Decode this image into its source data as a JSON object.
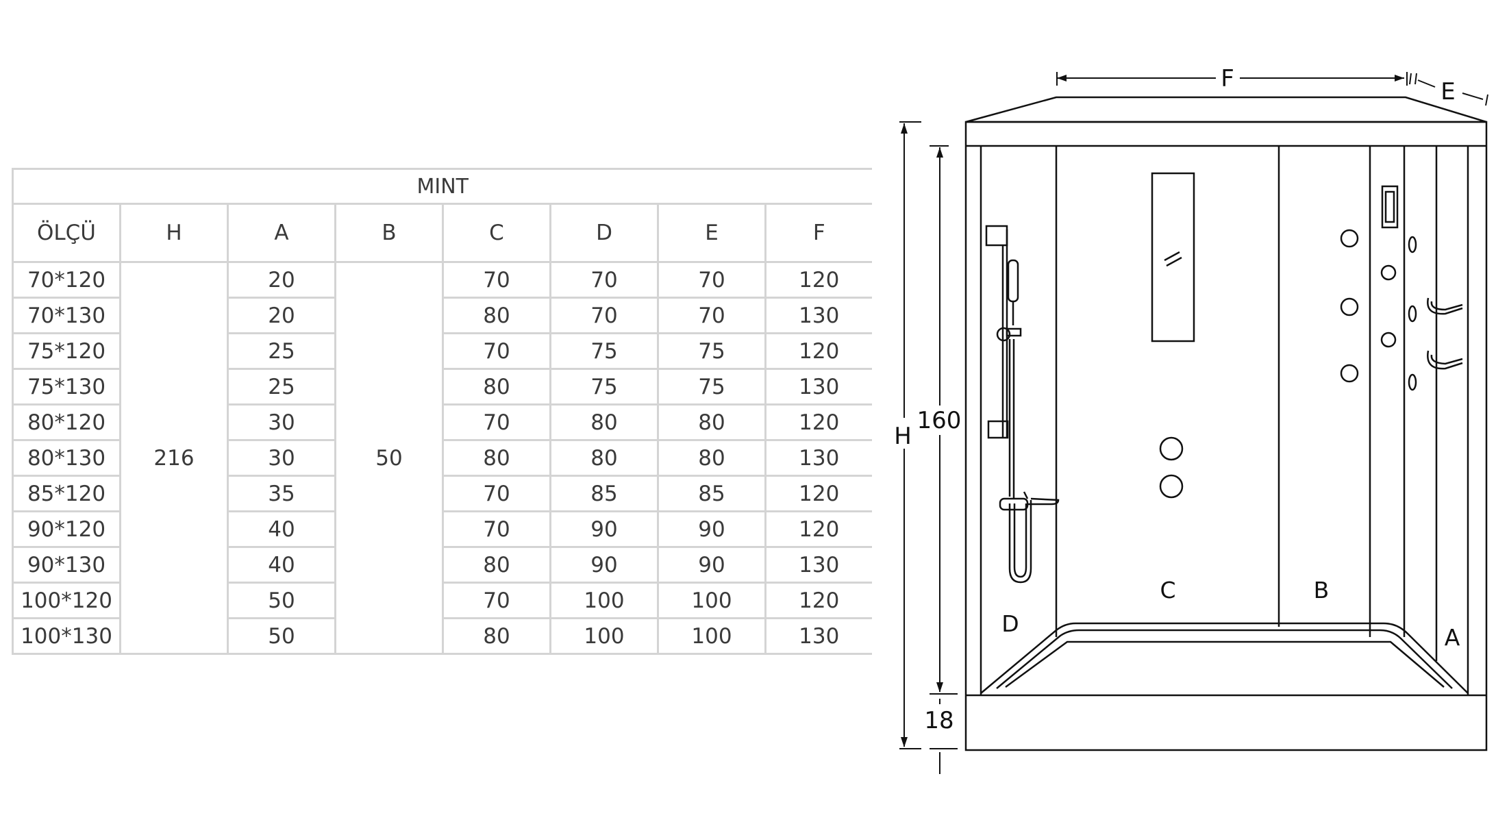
{
  "table": {
    "title": "MINT",
    "headers": [
      "ÖLÇÜ",
      "H",
      "A",
      "B",
      "C",
      "D",
      "E",
      "F"
    ],
    "h_value": "216",
    "b_value": "50",
    "rows": [
      {
        "size": "70*120",
        "a": "20",
        "c": "70",
        "d": "70",
        "e": "70",
        "f": "120"
      },
      {
        "size": "70*130",
        "a": "20",
        "c": "80",
        "d": "70",
        "e": "70",
        "f": "130"
      },
      {
        "size": "75*120",
        "a": "25",
        "c": "70",
        "d": "75",
        "e": "75",
        "f": "120"
      },
      {
        "size": "75*130",
        "a": "25",
        "c": "80",
        "d": "75",
        "e": "75",
        "f": "130"
      },
      {
        "size": "80*120",
        "a": "30",
        "c": "70",
        "d": "80",
        "e": "80",
        "f": "120"
      },
      {
        "size": "80*130",
        "a": "30",
        "c": "80",
        "d": "80",
        "e": "80",
        "f": "130"
      },
      {
        "size": "85*120",
        "a": "35",
        "c": "70",
        "d": "85",
        "e": "85",
        "f": "120"
      },
      {
        "size": "90*120",
        "a": "40",
        "c": "70",
        "d": "90",
        "e": "90",
        "f": "120"
      },
      {
        "size": "90*130",
        "a": "40",
        "c": "80",
        "d": "90",
        "e": "90",
        "f": "130"
      },
      {
        "size": "100*120",
        "a": "50",
        "c": "70",
        "d": "100",
        "e": "100",
        "f": "120"
      },
      {
        "size": "100*130",
        "a": "50",
        "c": "80",
        "d": "100",
        "e": "100",
        "f": "130"
      }
    ]
  },
  "diagram": {
    "dim_f": "F",
    "dim_e": "E",
    "dim_h": "H",
    "dim_160": "160",
    "dim_18": "18",
    "panel_a": "A",
    "panel_b": "B",
    "panel_c": "C",
    "panel_d": "D"
  }
}
